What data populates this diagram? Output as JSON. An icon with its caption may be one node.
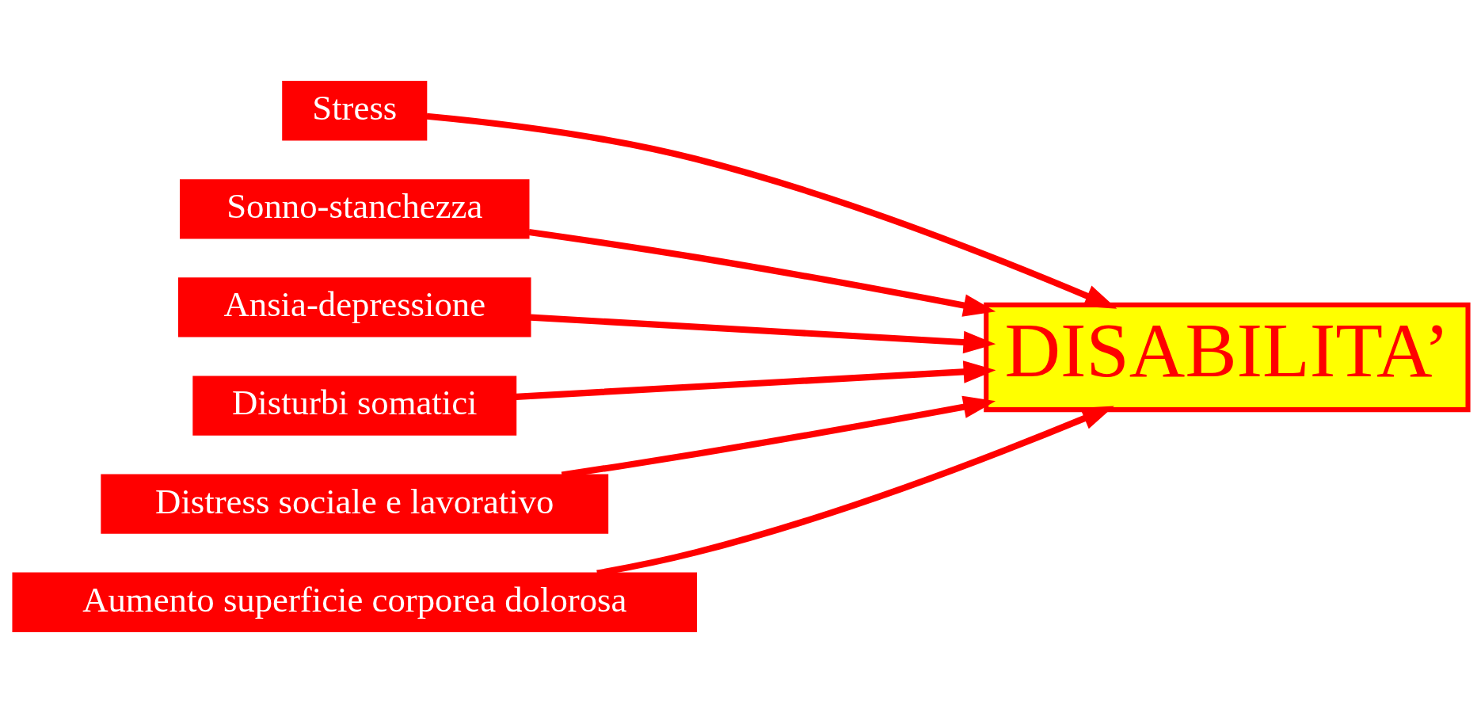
{
  "diagram": {
    "nodes": [
      {
        "text": [
          "Stress"
        ]
      },
      {
        "text": [
          "Sonno-stanchezza"
        ]
      },
      {
        "text": [
          "Ansia-depressione"
        ]
      },
      {
        "text": [
          "Disturbi somatici"
        ]
      },
      {
        "text": [
          "Distress sociale e lavorativo"
        ]
      },
      {
        "text": [
          "Aumento superficie corporea dolorosa"
        ]
      },
      {
        "text": [
          "DISABILITA’"
        ]
      }
    ],
    "edges": [
      {
        "from": 0,
        "to": 6,
        "arrow": "to"
      },
      {
        "from": 1,
        "to": 6,
        "arrow": "to"
      },
      {
        "from": 2,
        "to": 6,
        "arrow": "to"
      },
      {
        "from": 3,
        "to": 6,
        "arrow": "to"
      },
      {
        "from": 4,
        "to": 6,
        "arrow": "to"
      },
      {
        "from": 5,
        "to": 6,
        "arrow": "to"
      }
    ]
  }
}
